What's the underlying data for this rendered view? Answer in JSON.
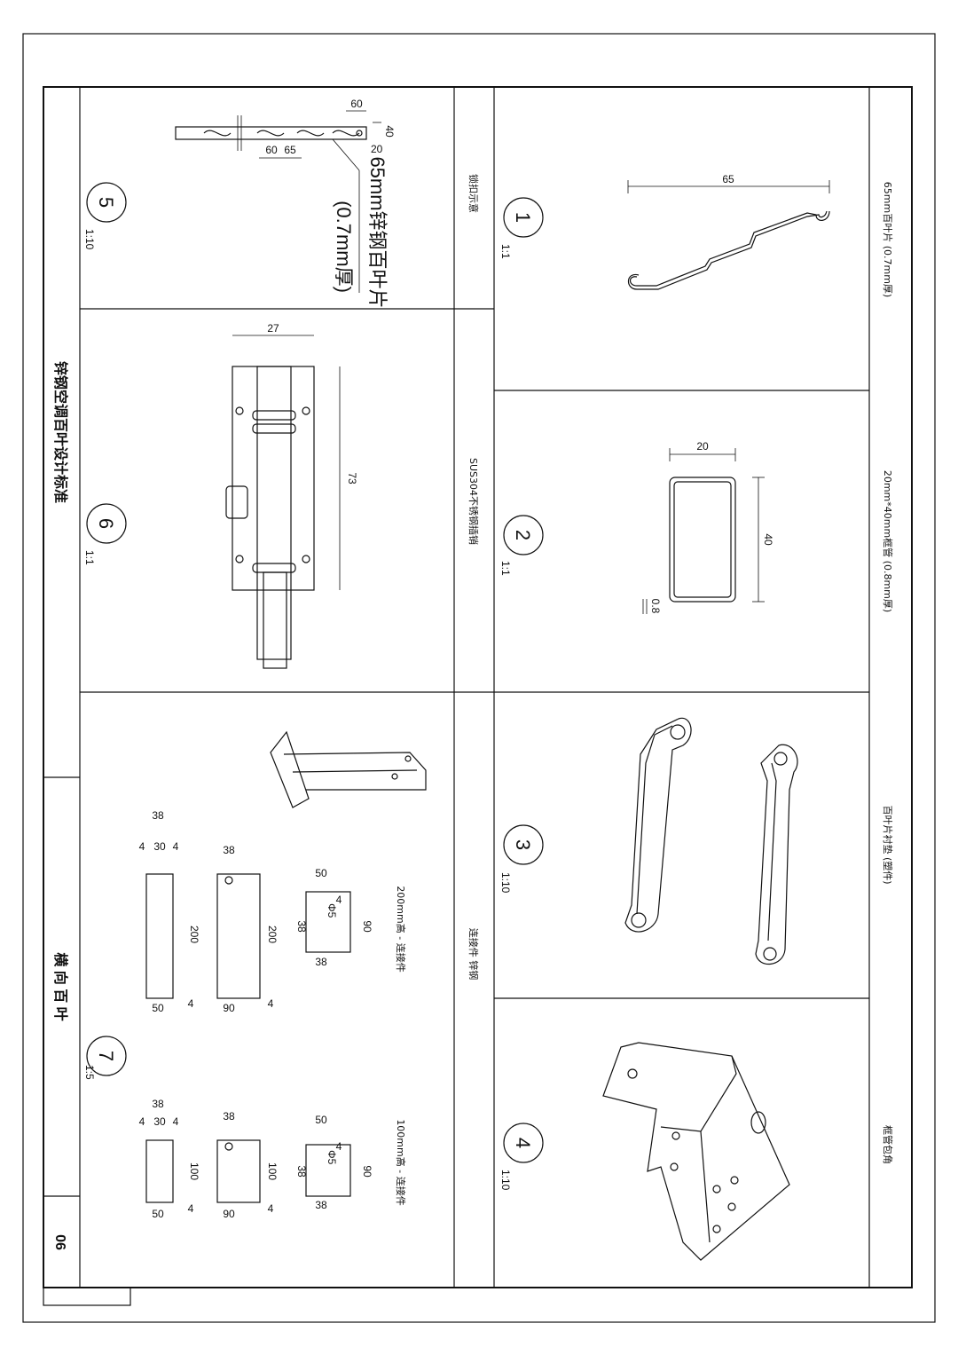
{
  "sheet": {
    "title": "锌钢空调百叶设计标准",
    "subtitle": "横 向 百 叶",
    "page_no": "06"
  },
  "details": [
    {
      "no": "1",
      "scale": "1:1",
      "caption": "65mm百叶片 (0.7mm厚)",
      "dims": [
        "65"
      ]
    },
    {
      "no": "2",
      "scale": "1:1",
      "caption": "20mm*40mm框管 (0.8mm厚)",
      "dims": [
        "20",
        "40",
        "0.8"
      ]
    },
    {
      "no": "3",
      "scale": "1:10",
      "caption": "百叶片衬垫 (塑件)"
    },
    {
      "no": "4",
      "scale": "1:10",
      "caption": "框管包角"
    },
    {
      "no": "5",
      "scale": "1:10",
      "caption": "锁扣示意",
      "note_1": "65mm锌钢百叶片",
      "note_2": "(0.7mm厚)",
      "dims": [
        "60",
        "40",
        "20",
        "60",
        "65"
      ]
    },
    {
      "no": "6",
      "scale": "1:1",
      "caption": "SUS304不锈钢插销",
      "dims": [
        "27",
        "73"
      ]
    },
    {
      "no": "7",
      "scale": "1:5",
      "caption": "连接件 锌钢",
      "bracket_200": {
        "label": "200mm高 - 连接件",
        "dims": [
          "38",
          "4",
          "30",
          "4",
          "200",
          "50",
          "4",
          "38",
          "200",
          "90",
          "4",
          "50",
          "4",
          "38",
          "90",
          "38"
        ]
      },
      "bracket_100": {
        "label": "100mm高 - 连接件",
        "dims": [
          "38",
          "4",
          "30",
          "4",
          "100",
          "50",
          "4",
          "38",
          "100",
          "90",
          "4",
          "50",
          "4",
          "38",
          "90",
          "38"
        ]
      },
      "hole": "Φ5"
    }
  ]
}
